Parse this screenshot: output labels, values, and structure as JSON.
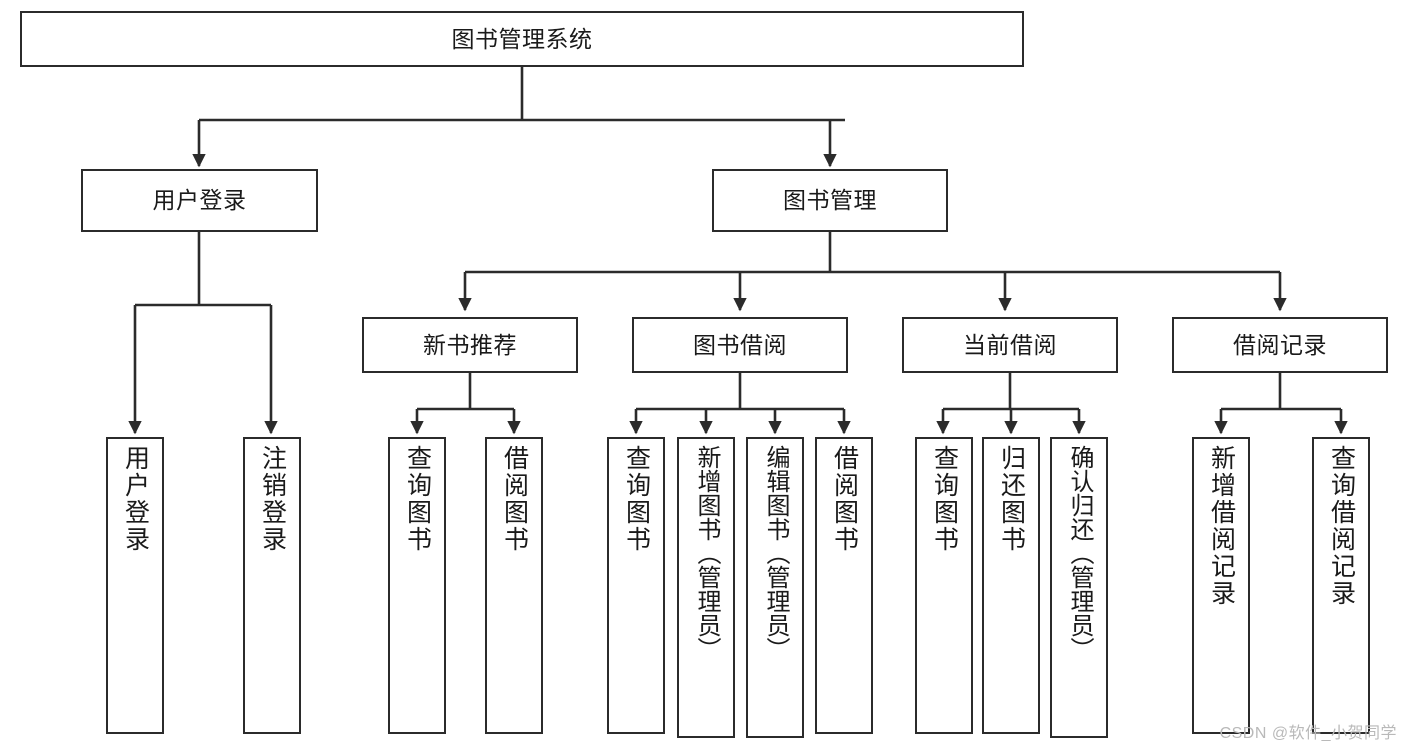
{
  "diagram": {
    "type": "hierarchy-flowchart",
    "title": "图书管理系统",
    "colors": {
      "box_border": "#2b2b2b",
      "box_fill": "#ffffff",
      "connector": "#2b2b2b",
      "text": "#1a1a1a",
      "watermark": "#b9b9b9",
      "background": "#ffffff"
    },
    "levels": {
      "level1": [
        "图书管理系统"
      ],
      "level2": [
        "用户登录",
        "图书管理"
      ],
      "level3": [
        "新书推荐",
        "图书借阅",
        "当前借阅",
        "借阅记录"
      ],
      "level4": [
        "用户登录",
        "注销登录",
        "查询图书",
        "借阅图书",
        "查询图书",
        "新增图书（管理员）",
        "编辑图书（管理员）",
        "借阅图书",
        "查询图书",
        "归还图书",
        "确认归还（管理员）",
        "新增借阅记录",
        "查询借阅记录"
      ]
    },
    "nodes": {
      "root": {
        "label": "图书管理系统"
      },
      "user_login": {
        "label": "用户登录"
      },
      "book_manage": {
        "label": "图书管理"
      },
      "new_book_rec": {
        "label": "新书推荐"
      },
      "book_borrow": {
        "label": "图书借阅"
      },
      "current_borrow": {
        "label": "当前借阅"
      },
      "borrow_record": {
        "label": "借阅记录"
      },
      "leaf_user_login": {
        "label": "用户登录"
      },
      "leaf_logout": {
        "label": "注销登录"
      },
      "leaf_query_book_1": {
        "label": "查询图书"
      },
      "leaf_borrow_book_1": {
        "label": "借阅图书"
      },
      "leaf_query_book_2": {
        "label": "查询图书"
      },
      "leaf_add_book": {
        "label": "新增图书（管理员）"
      },
      "leaf_edit_book": {
        "label": "编辑图书（管理员）"
      },
      "leaf_borrow_book_2": {
        "label": "借阅图书"
      },
      "leaf_query_book_3": {
        "label": "查询图书"
      },
      "leaf_return_book": {
        "label": "归还图书"
      },
      "leaf_confirm_return": {
        "label": "确认归还（管理员）"
      },
      "leaf_add_record": {
        "label": "新增借阅记录"
      },
      "leaf_query_record": {
        "label": "查询借阅记录"
      }
    },
    "edges": [
      {
        "from": "root",
        "to": "user_login"
      },
      {
        "from": "root",
        "to": "book_manage"
      },
      {
        "from": "user_login",
        "to": "leaf_user_login"
      },
      {
        "from": "user_login",
        "to": "leaf_logout"
      },
      {
        "from": "book_manage",
        "to": "new_book_rec"
      },
      {
        "from": "book_manage",
        "to": "book_borrow"
      },
      {
        "from": "book_manage",
        "to": "current_borrow"
      },
      {
        "from": "book_manage",
        "to": "borrow_record"
      },
      {
        "from": "new_book_rec",
        "to": "leaf_query_book_1"
      },
      {
        "from": "new_book_rec",
        "to": "leaf_borrow_book_1"
      },
      {
        "from": "book_borrow",
        "to": "leaf_query_book_2"
      },
      {
        "from": "book_borrow",
        "to": "leaf_add_book"
      },
      {
        "from": "book_borrow",
        "to": "leaf_edit_book"
      },
      {
        "from": "book_borrow",
        "to": "leaf_borrow_book_2"
      },
      {
        "from": "current_borrow",
        "to": "leaf_query_book_3"
      },
      {
        "from": "current_borrow",
        "to": "leaf_return_book"
      },
      {
        "from": "current_borrow",
        "to": "leaf_confirm_return"
      },
      {
        "from": "borrow_record",
        "to": "leaf_add_record"
      },
      {
        "from": "borrow_record",
        "to": "leaf_query_record"
      }
    ]
  },
  "watermark": {
    "text": "CSDN @软件_小贺同学"
  }
}
